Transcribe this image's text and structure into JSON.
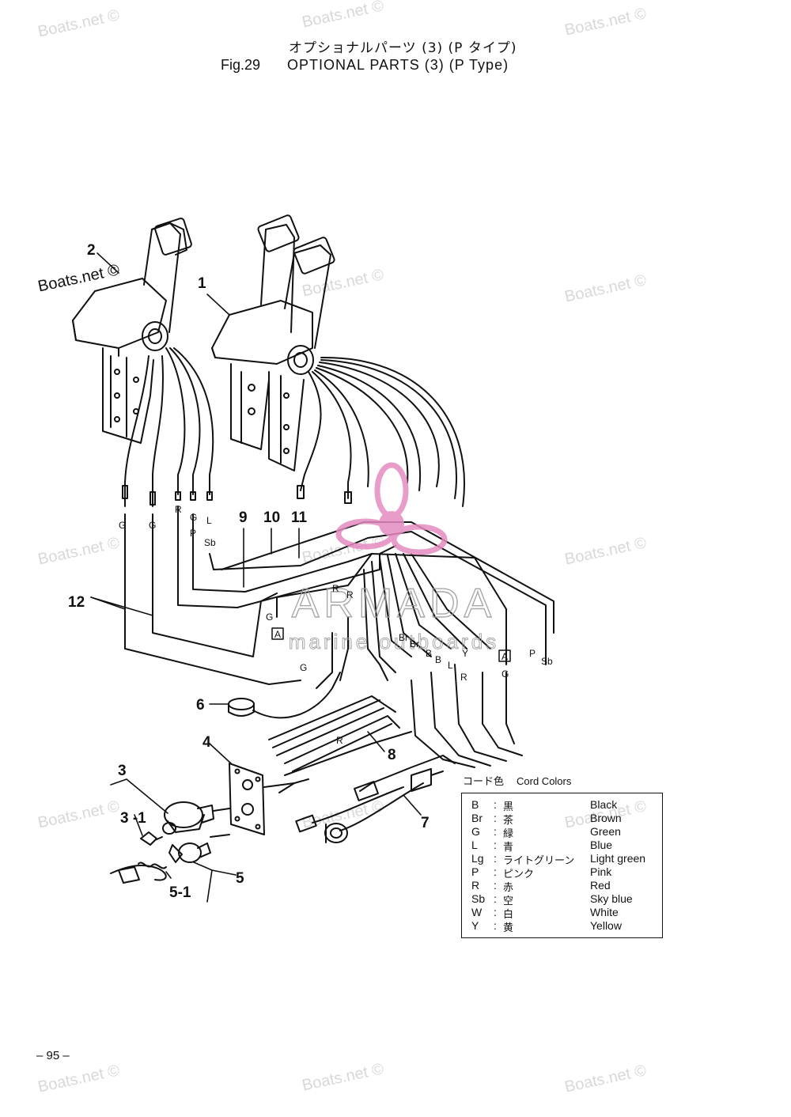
{
  "header": {
    "title_jp": "オプショナルパーツ (3) (P タイプ)",
    "fig_label": "Fig.29",
    "title_en": "OPTIONAL PARTS (3) (P Type)"
  },
  "watermarks": {
    "text": "Boats.net ©",
    "logo_main": "ARMADA",
    "logo_sub": "marine outboards"
  },
  "callouts": [
    "1",
    "2",
    "3",
    "3 -1",
    "4",
    "5",
    "5-1",
    "6",
    "7",
    "8",
    "9",
    "10",
    "11",
    "12"
  ],
  "wire_tags": {
    "G": "G",
    "R": "R",
    "P": "P",
    "L": "L",
    "Sb": "Sb",
    "B": "B",
    "Br": "Br",
    "Y": "Y",
    "A": "A"
  },
  "cord_colors": {
    "heading_jp": "コード色",
    "heading_en": "Cord Colors",
    "rows": [
      {
        "code": "B",
        "jp": "黒",
        "en": "Black"
      },
      {
        "code": "Br",
        "jp": "茶",
        "en": "Brown"
      },
      {
        "code": "G",
        "jp": "緑",
        "en": "Green"
      },
      {
        "code": "L",
        "jp": "青",
        "en": "Blue"
      },
      {
        "code": "Lg",
        "jp": "ライトグリーン",
        "en": "Light green"
      },
      {
        "code": "P",
        "jp": "ピンク",
        "en": "Pink"
      },
      {
        "code": "R",
        "jp": "赤",
        "en": "Red"
      },
      {
        "code": "Sb",
        "jp": "空",
        "en": "Sky blue"
      },
      {
        "code": "W",
        "jp": "白",
        "en": "White"
      },
      {
        "code": "Y",
        "jp": "黄",
        "en": "Yellow"
      }
    ]
  },
  "page_number": "– 95 –",
  "colors": {
    "ink": "#111111",
    "watermark": "#d8d8d8",
    "logo_pink": "#e58bc0",
    "logo_gray": "#9a9a9a"
  }
}
